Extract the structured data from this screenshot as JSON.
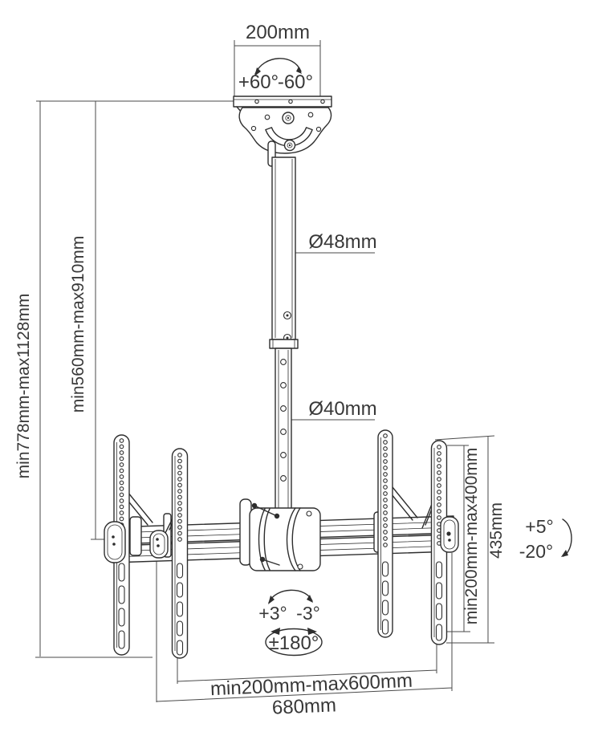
{
  "diagram": {
    "type": "technical-dimension-drawing",
    "subject": "dual-screen telescopic ceiling TV mount",
    "colors": {
      "background": "#ffffff",
      "line": "#2e2e2e",
      "dimension_line": "#4a4a4a",
      "text": "#383838"
    },
    "labels": {
      "top_width": "200mm",
      "swivel_top_plus": "+60°",
      "swivel_top_minus": "-60°",
      "upper_pole_diameter": "Ø48mm",
      "lower_pole_diameter": "Ø40mm",
      "overall_height_range": "min778mm-max1128mm",
      "pole_height_range": "min560mm-max910mm",
      "vesa_height_range": "min200mm-max400mm",
      "bracket_height": "435mm",
      "tilt_plus": "+5°",
      "tilt_minus": "-20°",
      "level_adjust_plus": "+3°",
      "level_adjust_minus": "-3°",
      "rotation_range": "±180°",
      "vesa_width_range": "min200mm-max600mm",
      "rail_width": "680mm"
    }
  }
}
